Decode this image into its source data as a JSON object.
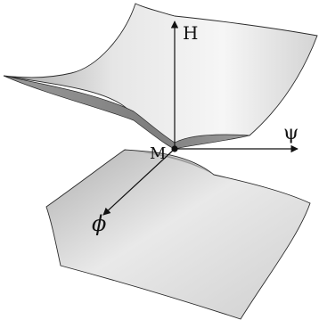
{
  "figure": {
    "labels": {
      "vertical_axis": "H",
      "horizontal_axis": "ψ",
      "depth_axis": "ϕ",
      "origin_point": "M"
    },
    "colors": {
      "surface_light": "#f1f1f1",
      "surface_mid": "#c9c9c9",
      "surface_dark": "#8c8c8c",
      "outline": "#2a2a2a",
      "axis": "#111111"
    }
  }
}
